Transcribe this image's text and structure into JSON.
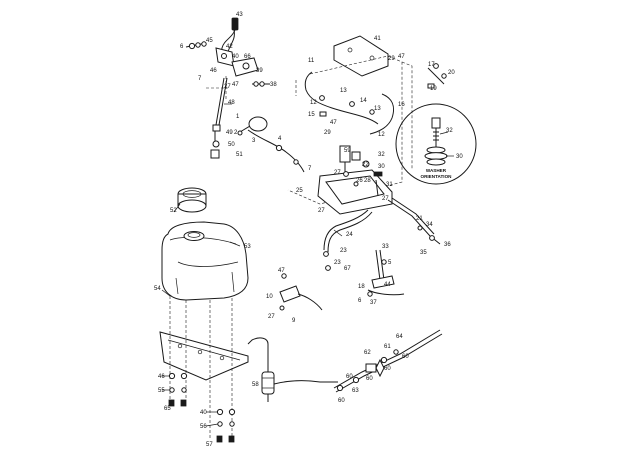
{
  "callouts": {
    "c43": "43",
    "c6": "6",
    "c45": "45",
    "c42": "42",
    "c40a": "40",
    "c66": "66",
    "c46a": "46",
    "c39": "39",
    "c7a": "7",
    "c47a": "47",
    "c27a": "27",
    "c38": "38",
    "c48": "48",
    "c1": "1",
    "c2": "2",
    "c3": "3",
    "c49": "49",
    "c50": "50",
    "c51": "51",
    "c4": "4",
    "c7b": "7",
    "c41": "41",
    "c29a": "29",
    "c47b": "47",
    "c11": "11",
    "c13": "13",
    "c14": "14",
    "c13b": "13",
    "c16": "16",
    "c15": "15",
    "c12a": "12",
    "c12b": "12",
    "c47c": "47",
    "c29b": "29",
    "c59": "59",
    "c22": "22",
    "c32a": "32",
    "c30a": "30",
    "c26": "26",
    "c28": "28",
    "c31": "31",
    "c25": "25",
    "c27b": "27",
    "c27c": "27",
    "c27d": "27",
    "c17": "17",
    "c20": "20",
    "c19": "19",
    "c32b": "32",
    "c30b": "30",
    "c21": "21",
    "c34": "34",
    "c36": "36",
    "c35": "35",
    "c52": "52",
    "c53": "53",
    "c24": "24",
    "c23a": "23",
    "c23b": "23",
    "c67": "67",
    "c33": "33",
    "c5": "5",
    "c18": "18",
    "c44": "44",
    "c6b": "6",
    "c37": "37",
    "c47d": "47",
    "c10": "10",
    "c27e": "27",
    "c9": "9",
    "c54": "54",
    "c46b": "46",
    "c55": "55",
    "c65": "65",
    "c58": "58",
    "c40b": "40",
    "c56": "56",
    "c57": "57",
    "c64": "64",
    "c61": "61",
    "c62": "62",
    "c60a": "60",
    "c60b": "60",
    "c60c": "60",
    "c60d": "60",
    "c63": "63",
    "c60e": "60"
  },
  "washer_note_line1": "WASHER",
  "washer_note_line2": "ORIENTATION",
  "colors": {
    "ink": "#1a1a1a",
    "paper": "#ffffff"
  }
}
